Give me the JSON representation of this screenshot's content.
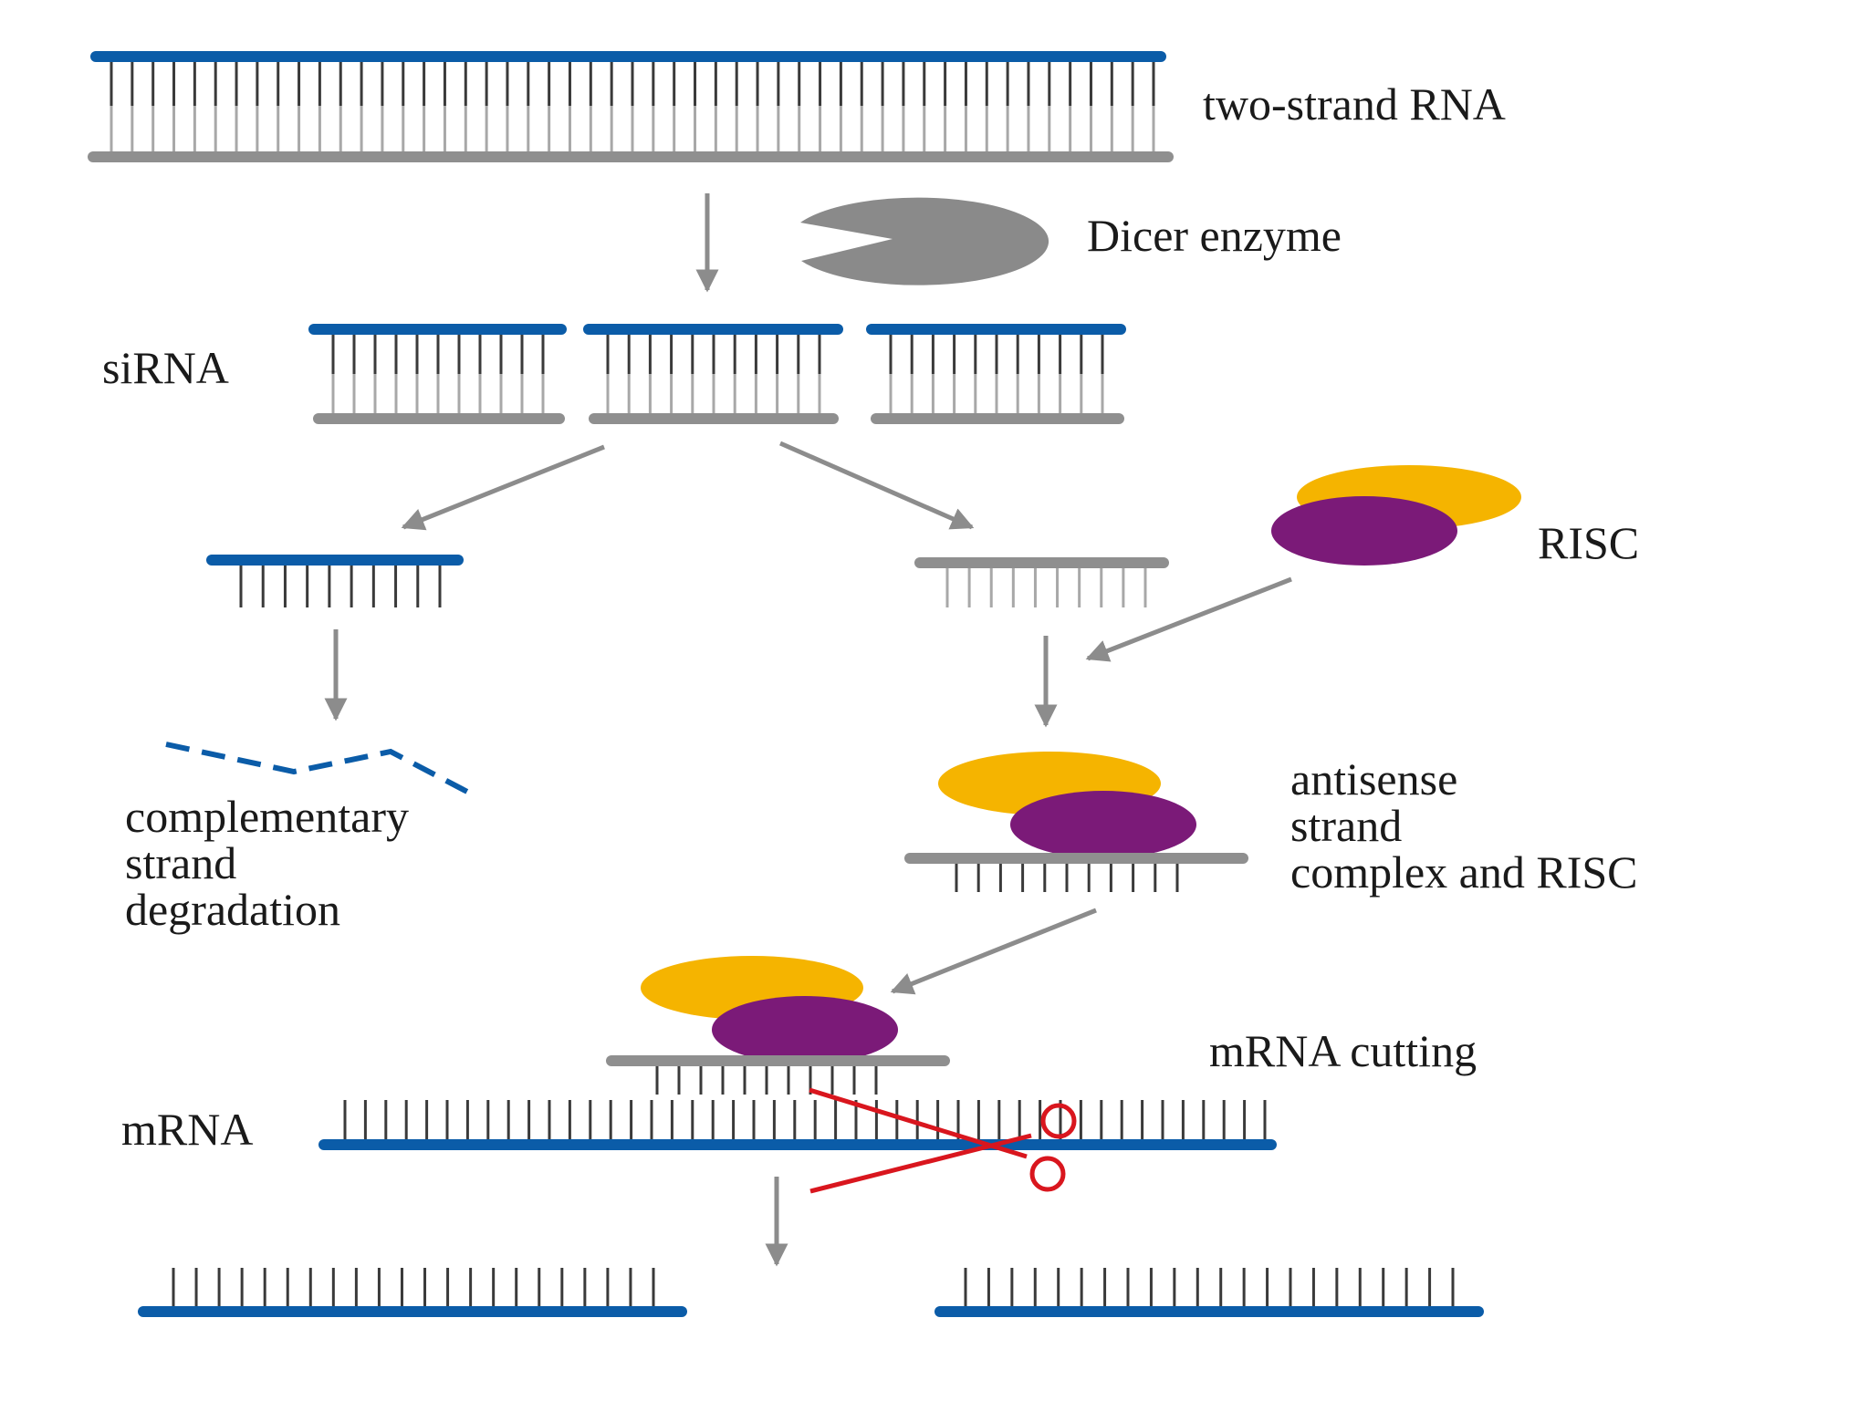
{
  "labels": {
    "two_strand_rna": "two-strand RNA",
    "dicer_enzyme": "Dicer enzyme",
    "sirna": "siRNA",
    "risc": "RISC",
    "complementary_degradation": [
      "complementary",
      "strand",
      "degradation"
    ],
    "antisense_complex": [
      "antisense",
      "strand",
      "complex and RISC"
    ],
    "mrna_cutting": "mRNA cutting",
    "mrna": "mRNA"
  },
  "colors": {
    "blue_strand": "#0b5ca8",
    "gray_strand": "#8f8f8f",
    "arrow": "#8c8c8c",
    "risc_yellow": "#f5b400",
    "risc_purple": "#7b1a78",
    "dicer_gray": "#8a8a8a",
    "scissors_red": "#d9161e",
    "text": "#1a1a1a"
  }
}
